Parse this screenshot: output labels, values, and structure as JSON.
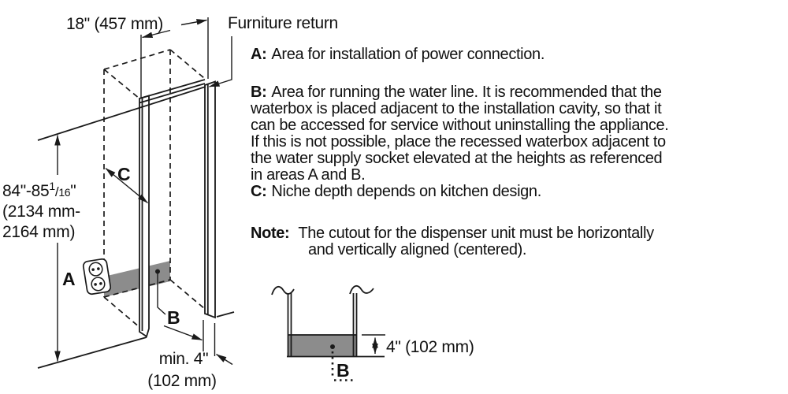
{
  "colors": {
    "line": "#1a1a1a",
    "area_fill": "#8c8c8c",
    "background": "#ffffff"
  },
  "diagram": {
    "width_dim": "18\" (457 mm)",
    "furniture_return": "Furniture return",
    "height_dim": {
      "main": "84\"-85",
      "sup": "1",
      "slash": "/",
      "sub": "16",
      "quote": "\"",
      "line2": "(2134 mm-",
      "line3": "2164 mm)"
    },
    "area_a": "A",
    "area_b": "B",
    "depth_c": "C",
    "min_dim_line1": "min. 4\"",
    "min_dim_line2": "(102 mm)"
  },
  "text_a": {
    "prefix": "A:",
    "lines": [
      "Area for installation of power connection."
    ]
  },
  "text_b": {
    "prefix": "B:",
    "lines": [
      "Area for running the water line. It is recommended that the",
      "waterbox is placed adjacent to the installation cavity, so that it",
      "can be accessed for service without uninstalling the appliance.",
      "If this is not possible, place the recessed waterbox adjacent to",
      "the water supply socket elevated at the heights as referenced",
      "in areas A and B."
    ]
  },
  "text_c": {
    "prefix": "C:",
    "lines": [
      "Niche depth depends on kitchen design."
    ]
  },
  "note": {
    "prefix": "Note:",
    "lines": [
      "The cutout for the dispenser unit must be horizontally",
      "and vertically aligned (centered)."
    ]
  },
  "section_view": {
    "depth_dim": "4\" (102 mm)",
    "area_b": "B"
  }
}
